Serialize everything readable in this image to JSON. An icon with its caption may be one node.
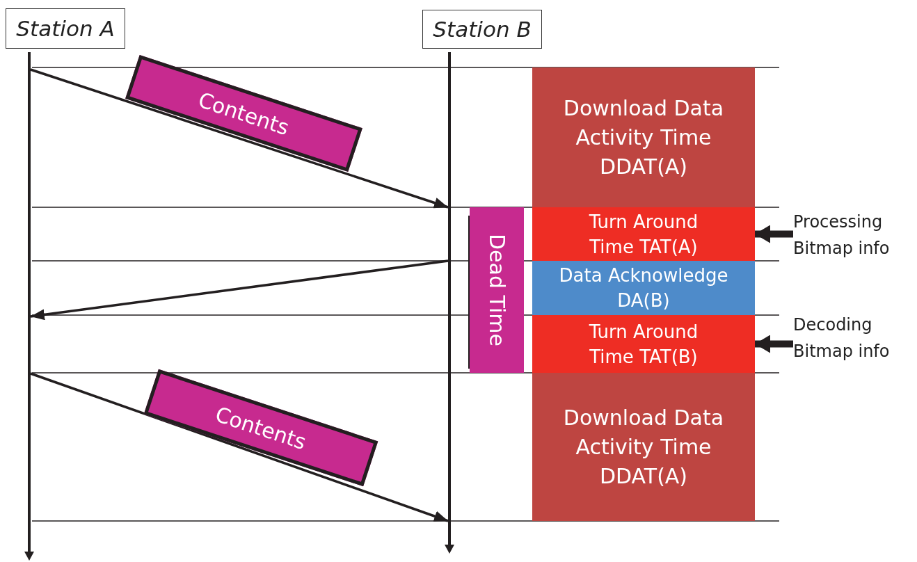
{
  "diagram": {
    "nodes": [
      {
        "text": [
          "Station A"
        ]
      },
      {
        "text": [
          "Station B"
        ]
      },
      {
        "text": [],
        "shape": "line"
      },
      {
        "text": [],
        "shape": "line"
      },
      {
        "text": [
          "Download Data Activity Time DDAT(A)"
        ]
      },
      {
        "text": [
          "Dead Time"
        ]
      },
      {
        "text": [
          "Turn Around Time TAT(A)"
        ]
      },
      {
        "text": [
          "Processing Bitmap info"
        ]
      },
      {
        "text": [
          "Data Acknowledge DA(B)"
        ]
      },
      {
        "text": [
          "Turn Around Time TAT(B)"
        ]
      },
      {
        "text": [
          "Decoding Bitmap info"
        ]
      },
      {
        "text": [
          "Download Data Activity Time DDAT(A)"
        ]
      }
    ],
    "edges": [
      {
        "from": 2,
        "to": 3,
        "arrow": "to",
        "label": "Contents"
      },
      {
        "from": 3,
        "to": 2,
        "arrow": "to"
      },
      {
        "from": 2,
        "to": 3,
        "arrow": "to",
        "label": "Contents"
      },
      {
        "from": 7,
        "to": 6,
        "arrow": "to",
        "style": "thick"
      },
      {
        "from": 10,
        "to": 9,
        "arrow": "to",
        "style": "thick"
      }
    ]
  }
}
